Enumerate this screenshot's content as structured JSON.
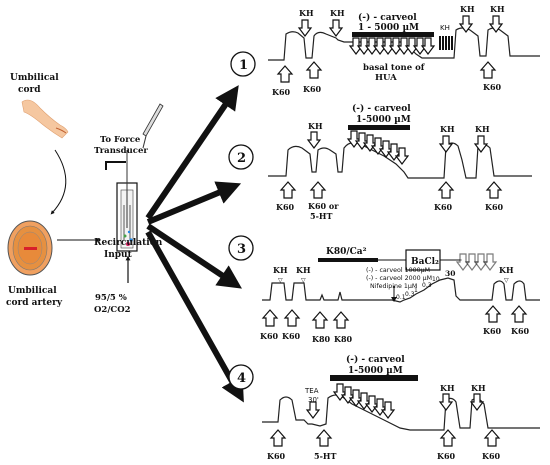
{
  "left": {
    "umbilical_cord": [
      "Umbilical",
      "cord"
    ],
    "umbilical_artery": [
      "Umbilical",
      "cord artery"
    ],
    "force_transducer": [
      "To Force",
      "Transducer"
    ],
    "recirculation": [
      "Recirculation",
      "Input"
    ],
    "gas": [
      "95/5 %",
      "O2/CO2"
    ]
  },
  "panels": {
    "p1": {
      "num": "1",
      "title": "(-) - carveol",
      "conc": "1 - 5000 µM",
      "note": [
        "basal tone of",
        "HUA"
      ],
      "kh": [
        "KH",
        "KH",
        "KH",
        "KH",
        "KH"
      ],
      "k": [
        "K60",
        "K60",
        "K60"
      ]
    },
    "p2": {
      "num": "2",
      "title": "(-) - carveol",
      "conc": "1-5000 µM",
      "kh": [
        "KH",
        "KH",
        "KH"
      ],
      "k": [
        "K60",
        "K60 or",
        "5-HT",
        "K60",
        "K60"
      ]
    },
    "p3": {
      "num": "3",
      "k80ca": "K80/Ca²",
      "bacl": "BaCl₂",
      "carveol1000": "(-) - carveol 1000µM",
      "carveol2000": "(-) - carveol 2000 µM",
      "nifedipine": "Nifedipine 1µM",
      "doses": [
        "0.1",
        "0.3",
        "1",
        "0.3",
        "10",
        "30"
      ],
      "kh": [
        "KH",
        "KH",
        "KH"
      ],
      "k": [
        "K60",
        "K60",
        "K80",
        "K80",
        "K60",
        "K60"
      ]
    },
    "p4": {
      "num": "4",
      "title": "(-) - carveol",
      "conc": "1-5000 µM",
      "tea": [
        "TEA",
        "30'"
      ],
      "kh": [
        "KH",
        "KH"
      ],
      "k": [
        "K60",
        "5-HT",
        "K60",
        "K60"
      ]
    }
  }
}
